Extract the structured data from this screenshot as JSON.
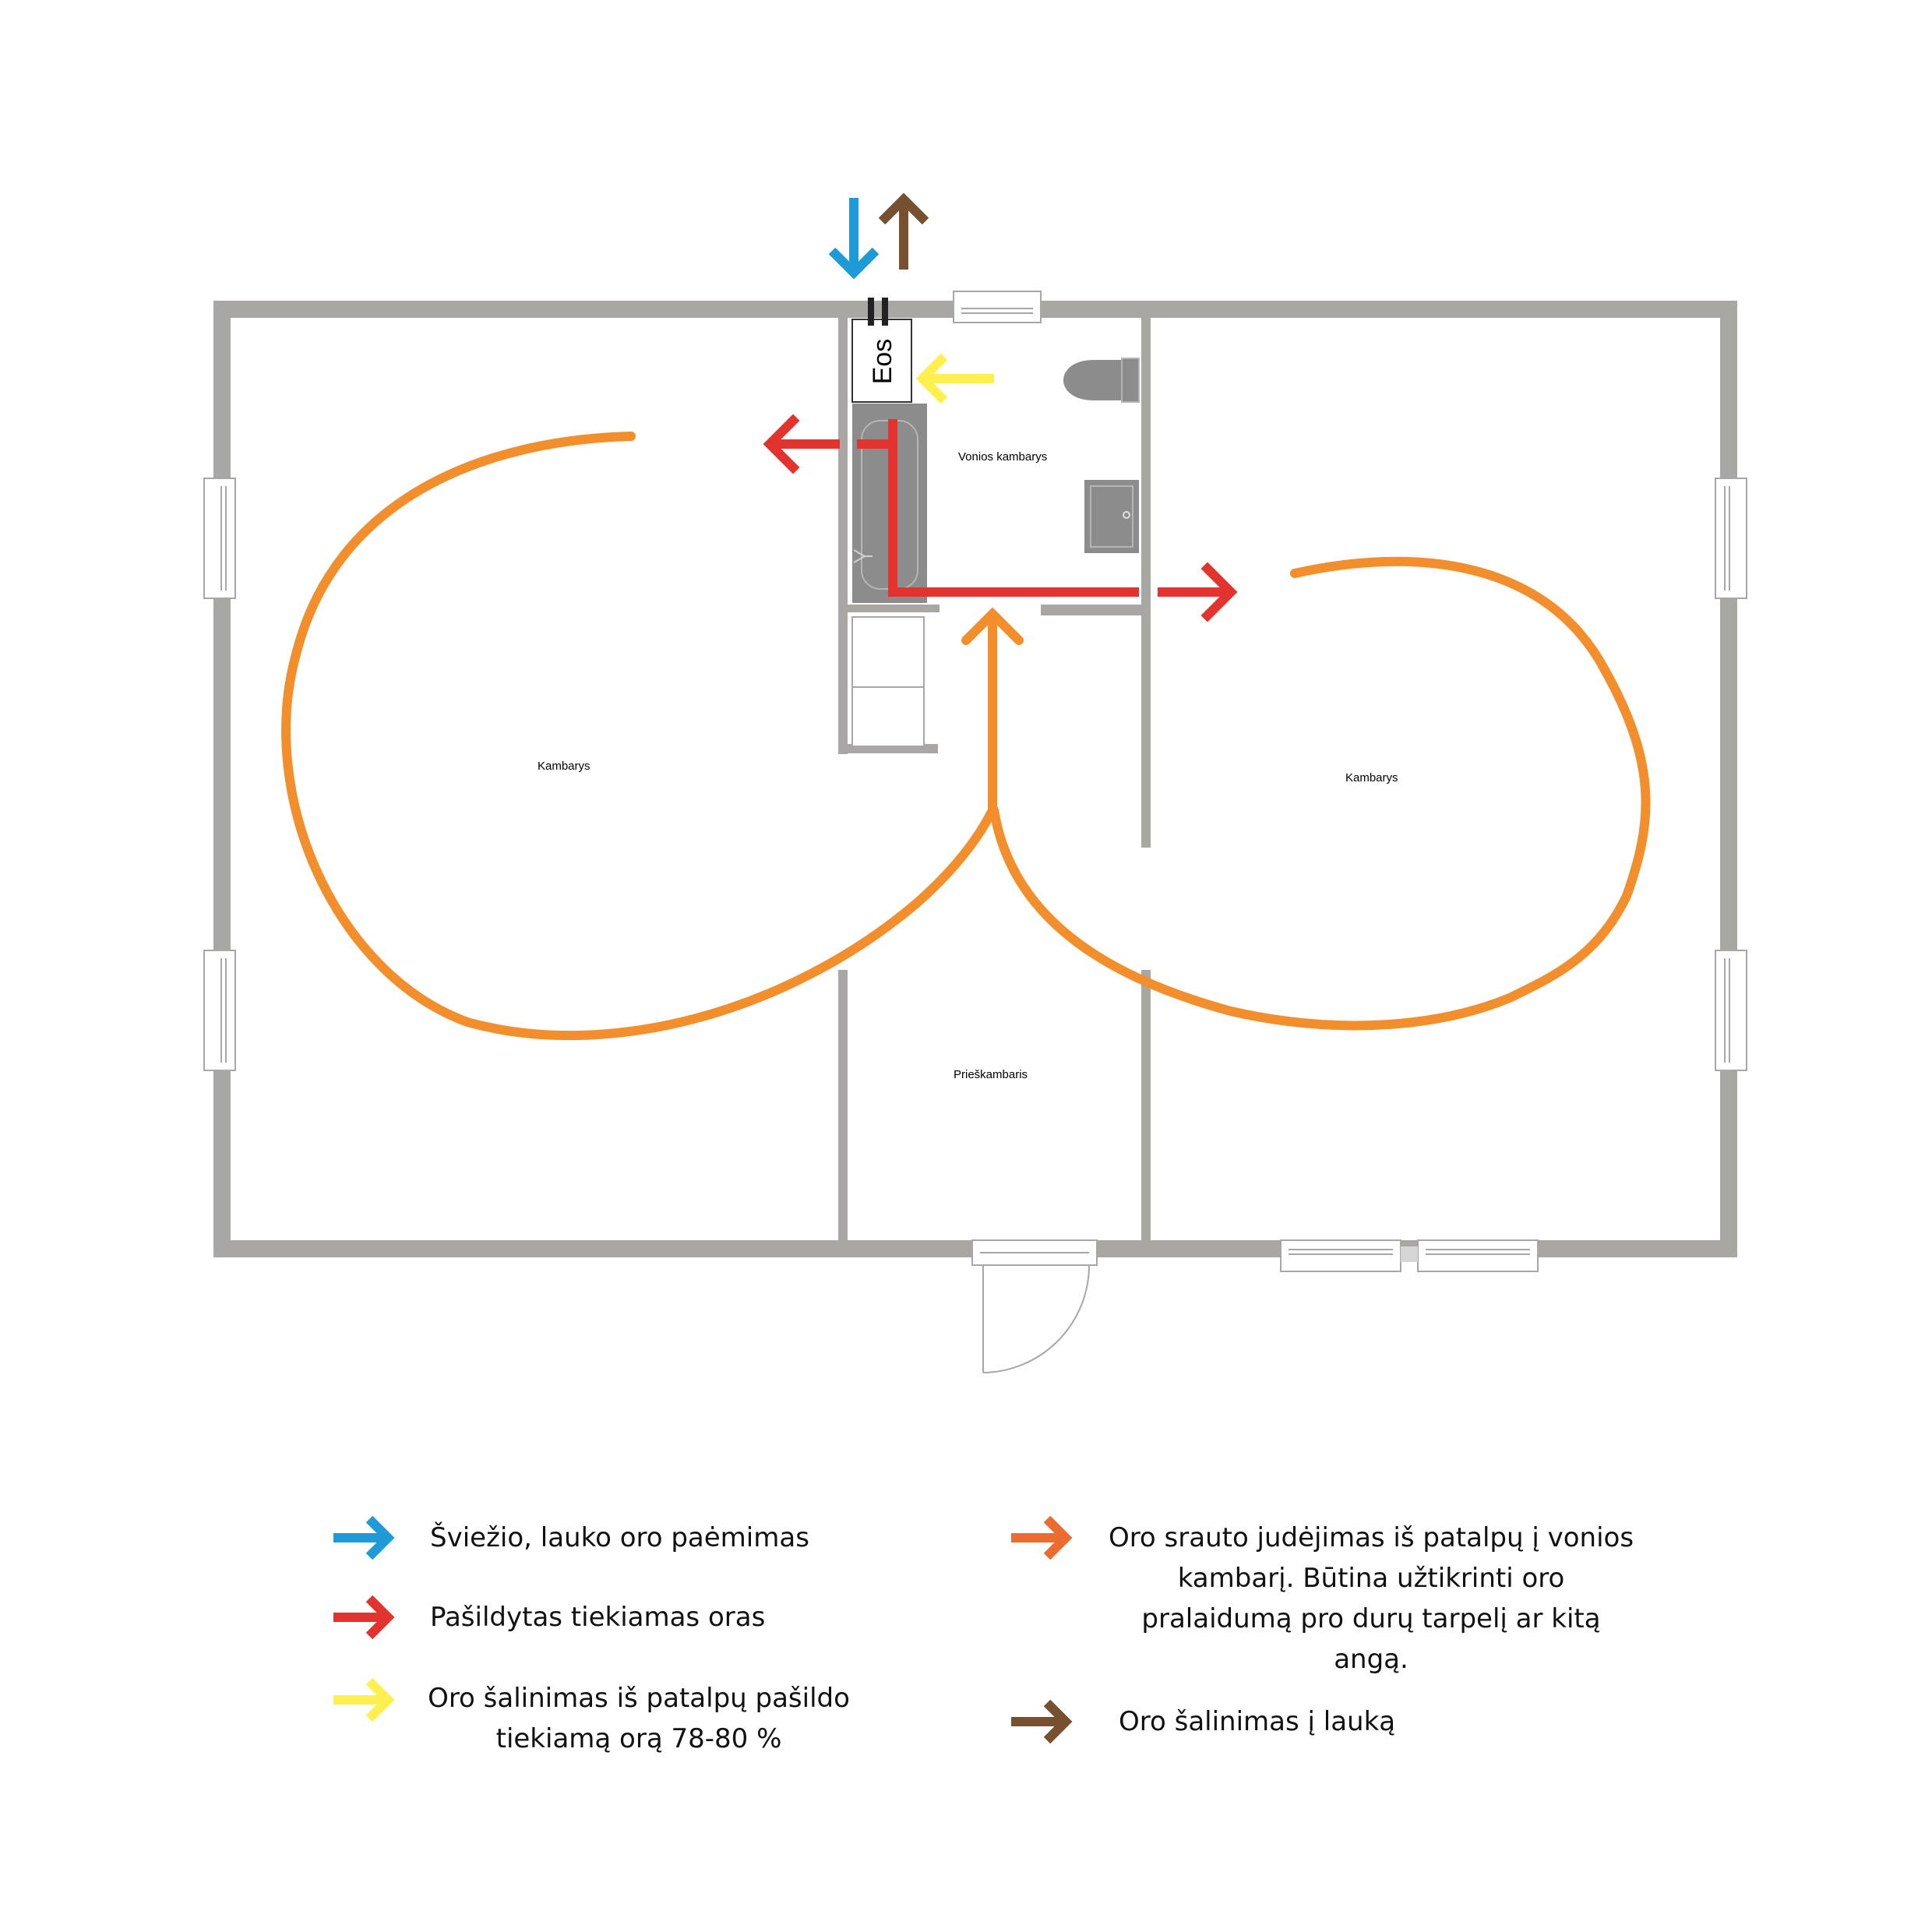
{
  "rooms": {
    "bathroom": "Vonios kambarys",
    "left_room": "Kambarys",
    "right_room": "Kambarys",
    "hallway": "Prieškambaris"
  },
  "unit_label": "Eos",
  "colors": {
    "wall": "#a9a7a3",
    "fresh_air": "#1e9ad6",
    "supply_air": "#e3332e",
    "extract_air": "#fff04f",
    "airflow": "#f28f2c",
    "airflow_legend": "#ec6b2e",
    "exhaust_air": "#76502f"
  },
  "legend": [
    {
      "id": "fresh",
      "icon": "blue-arrow-icon",
      "text": "Šviežio, lauko oro paėmimas"
    },
    {
      "id": "supply",
      "icon": "red-arrow-icon",
      "text": "Pašildytas tiekiamas oras"
    },
    {
      "id": "extract",
      "icon": "yellow-arrow-icon",
      "text_line1": "Oro šalinimas iš patalpų pašildo",
      "text_line2": "tiekiamą orą 78-80 %"
    },
    {
      "id": "flow",
      "icon": "orange-arrow-icon",
      "text_line1": "Oro srauto judėjimas iš patalpų į vonios",
      "text_line2": "kambarį. Būtina užtikrinti oro",
      "text_line3": "pralaidumą pro durų tarpelį ar kitą",
      "text_line4": "angą."
    },
    {
      "id": "exhaust",
      "icon": "brown-arrow-icon",
      "text": "Oro šalinimas į lauką"
    }
  ]
}
